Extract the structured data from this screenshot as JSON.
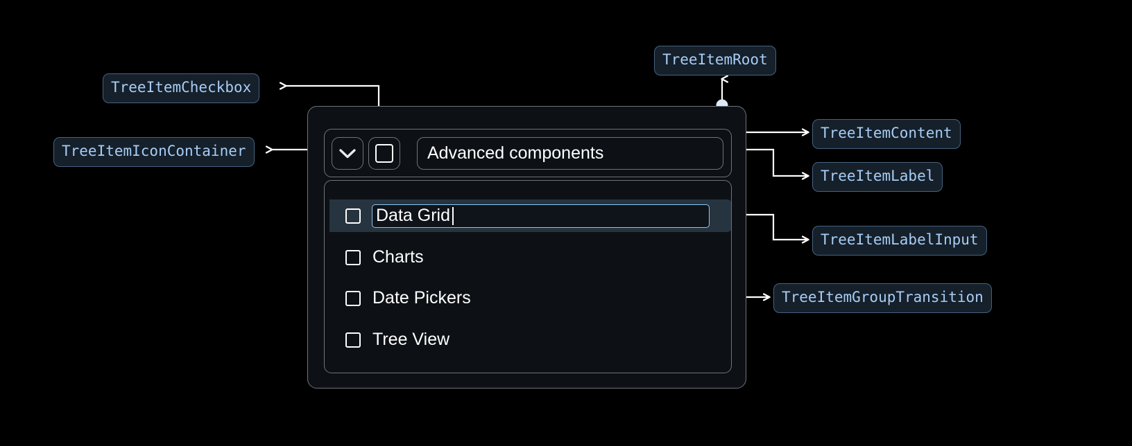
{
  "annotations": [
    {
      "id": "checkbox",
      "label": "TreeItemCheckbox"
    },
    {
      "id": "icon_container",
      "label": "TreeItemIconContainer"
    },
    {
      "id": "root",
      "label": "TreeItemRoot"
    },
    {
      "id": "content",
      "label": "TreeItemContent"
    },
    {
      "id": "label",
      "label": "TreeItemLabel"
    },
    {
      "id": "label_input",
      "label": "TreeItemLabelInput"
    },
    {
      "id": "group_transition",
      "label": "TreeItemGroupTransition"
    }
  ],
  "tree": {
    "root_item": {
      "label": "Advanced components",
      "expand_icon": "chevron-down-icon",
      "checkbox_state": "unchecked"
    },
    "children": [
      {
        "label": "Data Grid",
        "checkbox_state": "unchecked",
        "editing": true,
        "selected": true
      },
      {
        "label": "Charts",
        "checkbox_state": "unchecked",
        "editing": false,
        "selected": false
      },
      {
        "label": "Date Pickers",
        "checkbox_state": "unchecked",
        "editing": false,
        "selected": false
      },
      {
        "label": "Tree View",
        "checkbox_state": "unchecked",
        "editing": false,
        "selected": false
      }
    ],
    "editing_input_value": "Data Grid"
  },
  "colors": {
    "background": "#000000",
    "chip_fill": "#15202b",
    "chip_border": "#46637f",
    "chip_text": "#a8cdf4",
    "box_border": "#6f7478",
    "box_fill": "#0d1115",
    "connector": "#ffffff",
    "dot": "#dce9f7",
    "selected_row": "#263440",
    "input_focus_border": "#8fc6f0",
    "text": "#ffffff"
  }
}
